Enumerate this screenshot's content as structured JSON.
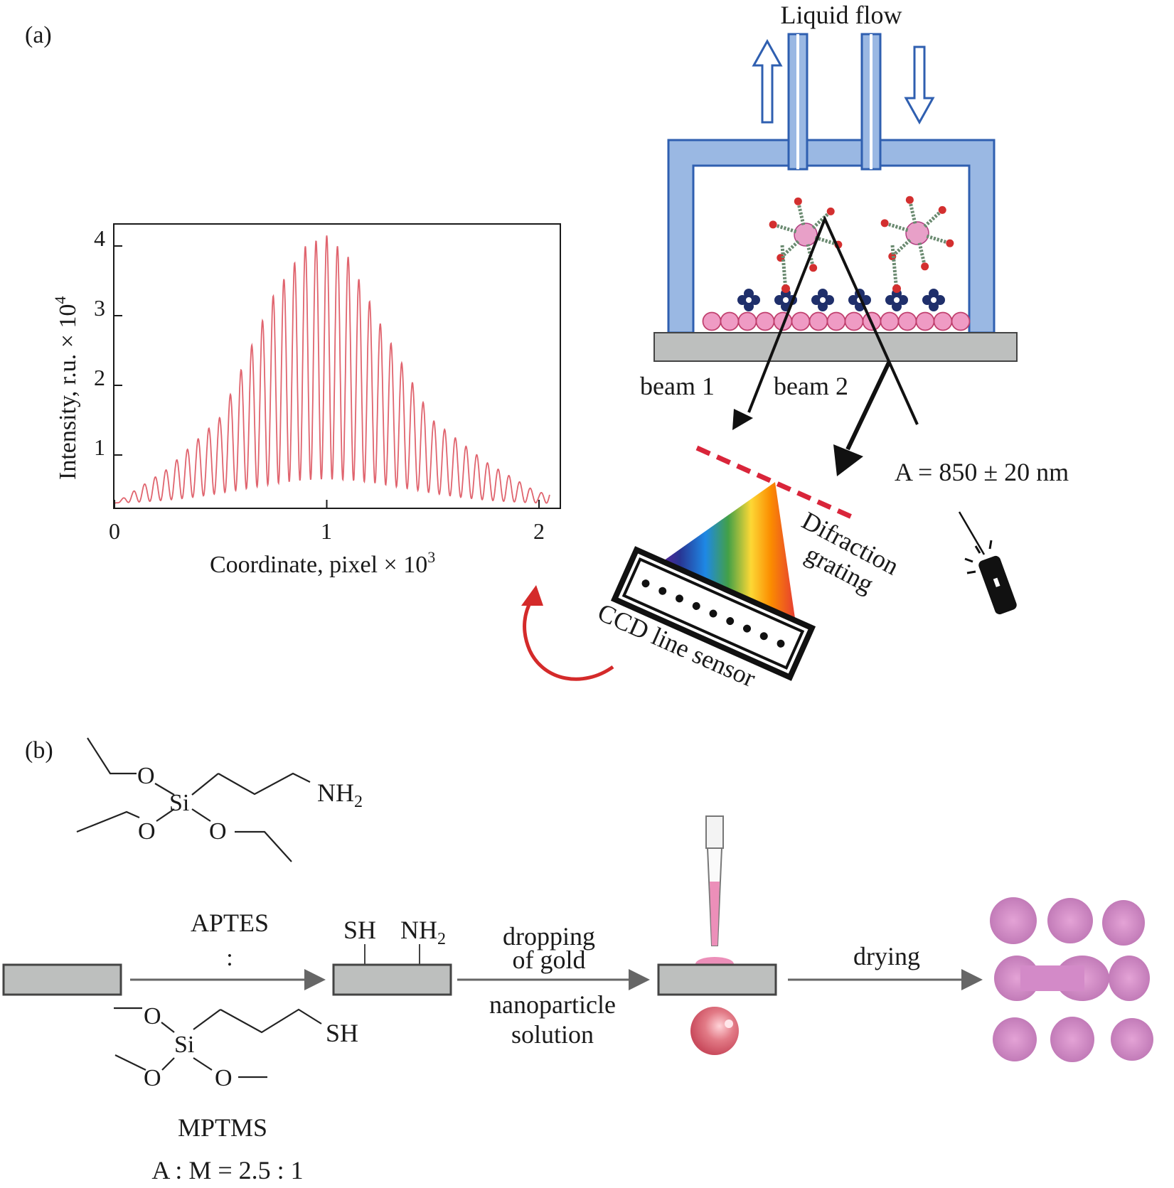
{
  "panel_a": {
    "label": "(a)",
    "liquid_flow": "Liquid flow",
    "beam1": "beam 1",
    "beam2": "beam 2",
    "wavelength": "A = 850 ± 20 nm",
    "grating_line1": "Difraction",
    "grating_line2": "grating",
    "ccd": "CCD line sensor"
  },
  "chart_data": {
    "type": "line",
    "title": "",
    "xlabel_main": "Coordinate, pixel × 10",
    "xlabel_sup": "3",
    "ylabel_main": "Intensity, r.u. × 10",
    "ylabel_sup": "4",
    "xlim": [
      0,
      2.1
    ],
    "ylim": [
      0.2,
      4.2
    ],
    "x_ticks": [
      "0",
      "1",
      "2"
    ],
    "y_ticks": [
      "1",
      "2",
      "3",
      "4"
    ],
    "line_color": "#e0646e",
    "series": [
      {
        "values_description_none": "",
        "x": [
          0.0,
          0.25,
          0.5,
          0.75,
          0.9,
          1.0,
          1.1,
          1.25,
          1.5,
          1.75,
          2.0,
          2.05
        ],
        "y": [
          0.3,
          0.8,
          1.55,
          3.3,
          4.0,
          4.15,
          3.85,
          2.9,
          1.5,
          0.9,
          0.45,
          0.5
        ]
      }
    ]
  },
  "panel_b": {
    "label": "(b)",
    "aptes": "APTES",
    "colon": ":",
    "mptms": "MPTMS",
    "ratio": "A : M = 2.5 : 1",
    "sh": "SH",
    "nh2_main": "NH",
    "nh2_sub": "2",
    "drop_line1": "dropping",
    "drop_line2": "of gold",
    "drop_line3": "nanoparticle",
    "drop_line4": "solution",
    "drying": "drying",
    "o": "O",
    "si": "Si"
  },
  "colors": {
    "chamber_fill": "#9ab8e3",
    "chamber_stroke": "#2f5fb0",
    "substrate": "#bdbfbe",
    "bead_fill": "#ef9bc4",
    "bead_stroke": "#c0406e",
    "grating": "#d9253a",
    "arrow_red": "#d42a2a",
    "gray_arrow": "#666666",
    "gold_drop": "#ec8fb9",
    "dried_spot": "#d48cc6"
  }
}
